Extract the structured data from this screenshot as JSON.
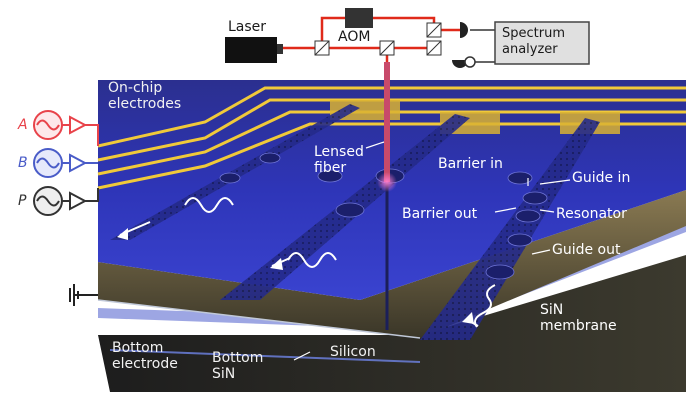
{
  "labels": {
    "laser": "Laser",
    "aom": "AOM",
    "spectrum_analyzer": "Spectrum\nanalyzer",
    "on_chip_electrodes": "On-chip\nelectrodes",
    "lensed_fiber": "Lensed\nfiber",
    "barrier_in": "Barrier in",
    "guide_in": "Guide in",
    "barrier_out": "Barrier out",
    "resonator": "Resonator",
    "guide_out": "Guide out",
    "sin_membrane": "SiN\nmembrane",
    "bottom_electrode": "Bottom\nelectrode",
    "bottom_sin": "Bottom\nSiN",
    "silicon": "Silicon"
  },
  "sources": [
    {
      "letter": "A",
      "color": "#e8434a"
    },
    {
      "letter": "B",
      "color": "#4a5cc8"
    },
    {
      "letter": "P",
      "color": "#333333"
    }
  ],
  "colors": {
    "laser_beam": "#e02a1a",
    "electrode": "#f0c93a",
    "membrane": "#2a2f9e",
    "silicon": "#3a3f2f"
  }
}
